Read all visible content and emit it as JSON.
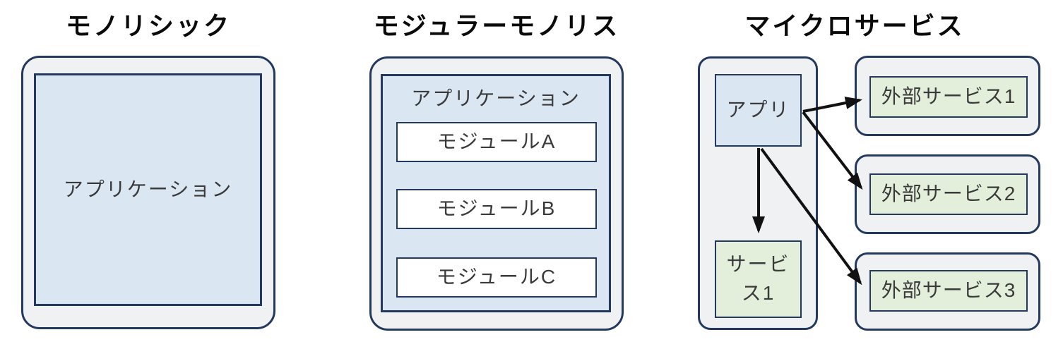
{
  "colors": {
    "container_fill": "#f0f1f3",
    "container_border": "#24395e",
    "blue_fill": "#dbe6f3",
    "green_fill": "#e3efdb",
    "white_fill": "#ffffff",
    "body_text": "#3a3a3a",
    "title_text": "#0a0a0a",
    "arrow": "#111111",
    "page_bg": "#ffffff"
  },
  "sections": {
    "monolithic": {
      "title": "モノリシック",
      "application_label": "アプリケーション"
    },
    "modular_monolith": {
      "title": "モジュラーモノリス",
      "application_label": "アプリケーション",
      "modules": [
        {
          "label": "モジュールA"
        },
        {
          "label": "モジュールB"
        },
        {
          "label": "モジュールC"
        }
      ]
    },
    "microservices": {
      "title": "マイクロサービス",
      "app_label": "アプリ",
      "internal_service_label": "サービス1",
      "external_services": [
        {
          "label": "外部サービス1"
        },
        {
          "label": "外部サービス2"
        },
        {
          "label": "外部サービス3"
        }
      ],
      "arrows": [
        {
          "name": "app-to-external-service-1",
          "from": "アプリ",
          "to": "外部サービス1"
        },
        {
          "name": "app-to-external-service-2",
          "from": "アプリ",
          "to": "外部サービス2"
        },
        {
          "name": "app-to-service-1",
          "from": "アプリ",
          "to": "サービス1"
        },
        {
          "name": "app-to-external-service-3",
          "from": "アプリ",
          "to": "外部サービス3"
        }
      ]
    }
  }
}
